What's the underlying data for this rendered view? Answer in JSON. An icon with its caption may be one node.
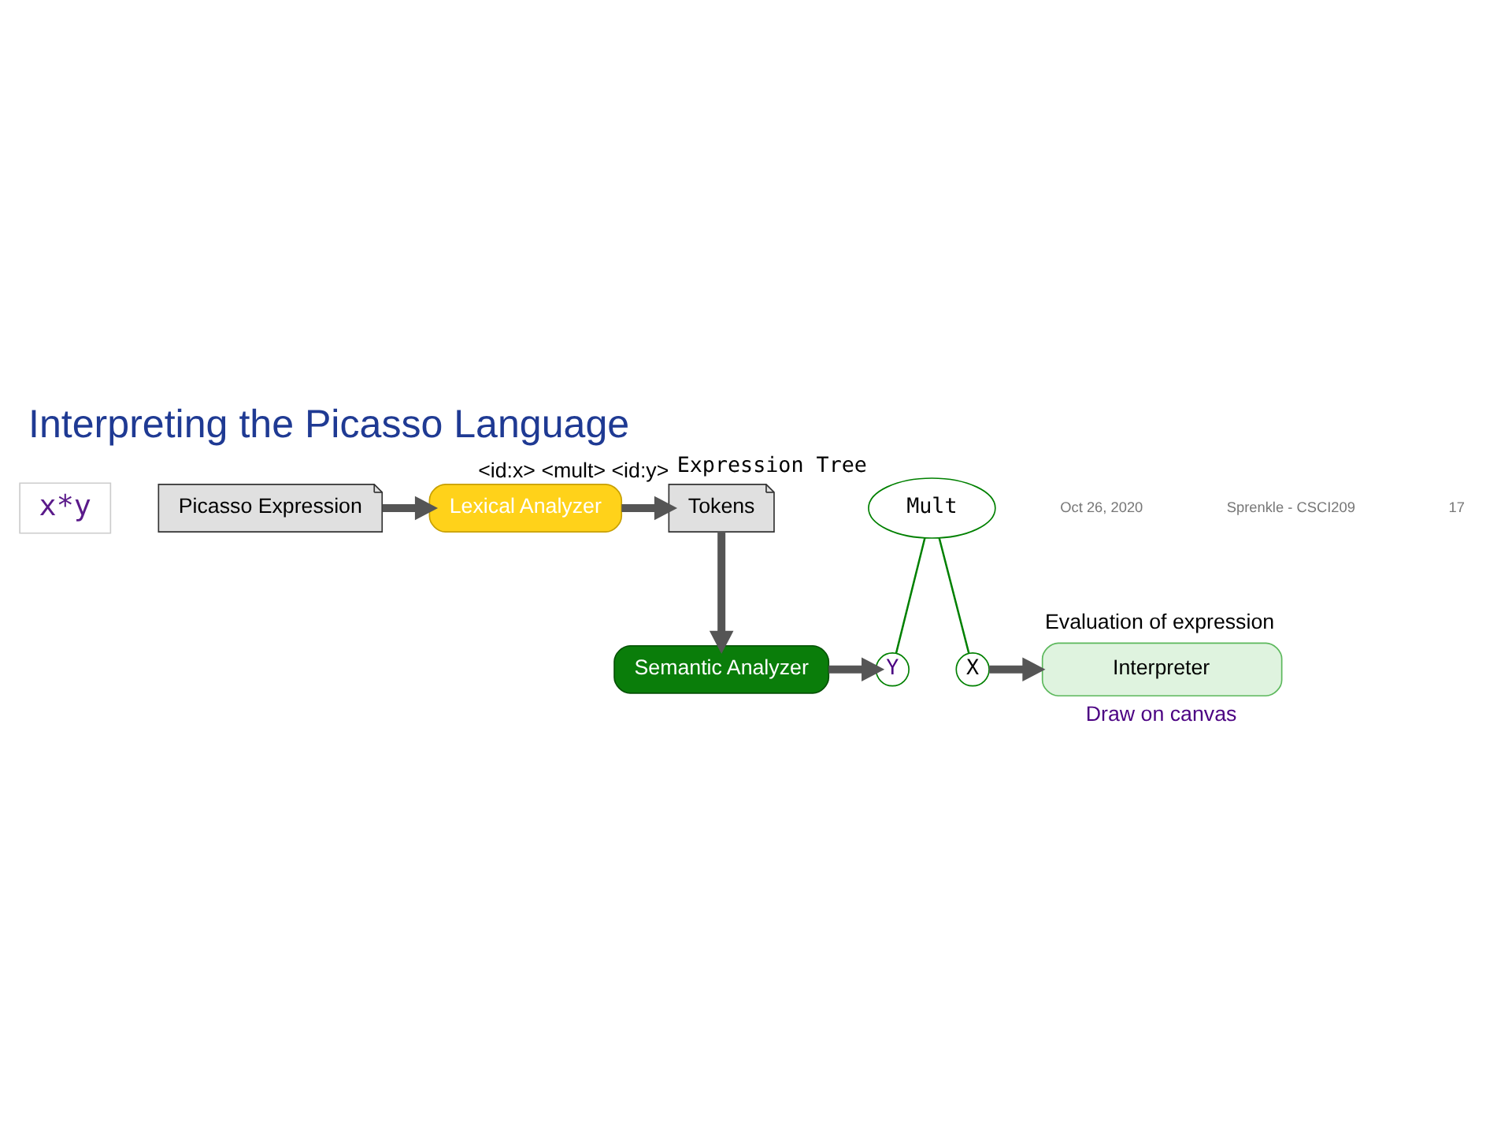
{
  "diagram": {
    "title": "Interpreting the Picasso Language",
    "nodes": [
      {
        "text": [
          "x*y"
        ]
      },
      {
        "text": [
          "Picasso Expression"
        ]
      },
      {
        "text": [
          "Lexical Analyzer"
        ]
      },
      {
        "text": [
          "Tokens"
        ],
        "beside": [
          "<id:x> <mult> <id:y>"
        ]
      },
      {
        "text": [
          "Semantic Analyzer"
        ]
      },
      {
        "text": [
          "Mult"
        ],
        "beside": [
          "Expression Tree"
        ]
      },
      {
        "text": [
          "X"
        ]
      },
      {
        "text": [
          "Y"
        ]
      },
      {
        "text": [
          "Interpreter"
        ],
        "beside": [
          "Evaluation of expression",
          "Draw on canvas"
        ]
      }
    ],
    "edges": [
      {
        "from": 1,
        "to": 2,
        "arrow": "to"
      },
      {
        "from": 2,
        "to": 3,
        "arrow": "to"
      },
      {
        "from": 3,
        "to": 4,
        "arrow": "to"
      },
      {
        "from": 4,
        "to": 7,
        "arrow": "to"
      },
      {
        "from": 6,
        "to": 8,
        "arrow": "to"
      },
      {
        "from": 5,
        "to": 6,
        "arrow": "none",
        "color": "#008000"
      },
      {
        "from": 5,
        "to": 7,
        "arrow": "none",
        "color": "#008000"
      }
    ],
    "labels": [
      "Oct 26, 2020",
      "Sprenkle - CSCI209",
      "17"
    ]
  }
}
